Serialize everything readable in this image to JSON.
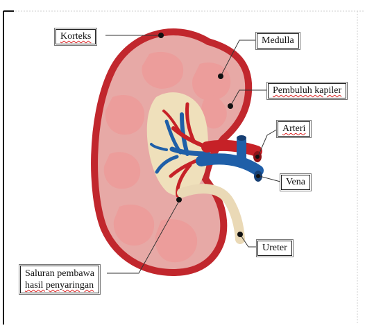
{
  "title": "",
  "labels": {
    "korteks": "Korteks",
    "medulla": "Medulla",
    "pembuluh_kapiler": "Pembuluh kapiler",
    "arteri": "Arteri",
    "vena": "Vena",
    "ureter": "Ureter",
    "saluran_line1": "Saluran pembawa",
    "saluran_line2": "hasil penyaringan"
  },
  "colors": {
    "cortex_outline": "#c1272d",
    "cortex_fill": "#e7a9a6",
    "medulla_fill": "#f0c2bd",
    "pelvis": "#efe0bb",
    "artery": "#c62127",
    "vein": "#1f5fa8",
    "ureter": "#ead9b6",
    "pointer_line": "#333333"
  }
}
